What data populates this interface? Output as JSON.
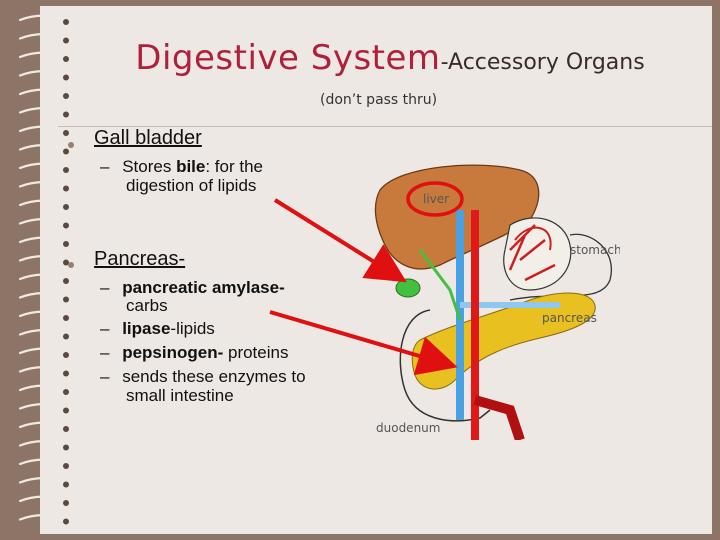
{
  "slide": {
    "title_main": "Digestive System",
    "title_sep": "-",
    "title_sub": "Accessory Organs",
    "subtitle": "(don’t pass thru)"
  },
  "content": {
    "gall": {
      "label": "Gall bladder",
      "dash": "–",
      "desc_line1_a": "Stores ",
      "desc_line1_b": "bile",
      "desc_line1_c": ": for the",
      "desc_line2": "digestion of lipids"
    },
    "pancreas": {
      "label": "Pancreas-",
      "items": [
        {
          "dash": "–",
          "bold": "pancreatic amylase-",
          "rest": "",
          "cont": "carbs"
        },
        {
          "dash": "–",
          "bold": "lipase",
          "rest": "-lipids",
          "cont": ""
        },
        {
          "dash": "–",
          "bold": "pepsinogen-",
          "rest": " proteins",
          "cont": ""
        },
        {
          "dash": "–",
          "bold": "",
          "rest": "sends these enzymes to",
          "cont": "small intestine"
        }
      ]
    }
  },
  "diagram": {
    "labels": {
      "liver": "liver",
      "stomach": "stomach",
      "pancreas": "pancreas",
      "duodenum": "duodenum"
    },
    "colors": {
      "liver": "#c87a3c",
      "stomach": "#cc2020",
      "pancreas": "#e8c020",
      "gallbladder": "#44c040",
      "vessel_blue": "#4aa0e0",
      "arrow": "#e01010"
    }
  }
}
